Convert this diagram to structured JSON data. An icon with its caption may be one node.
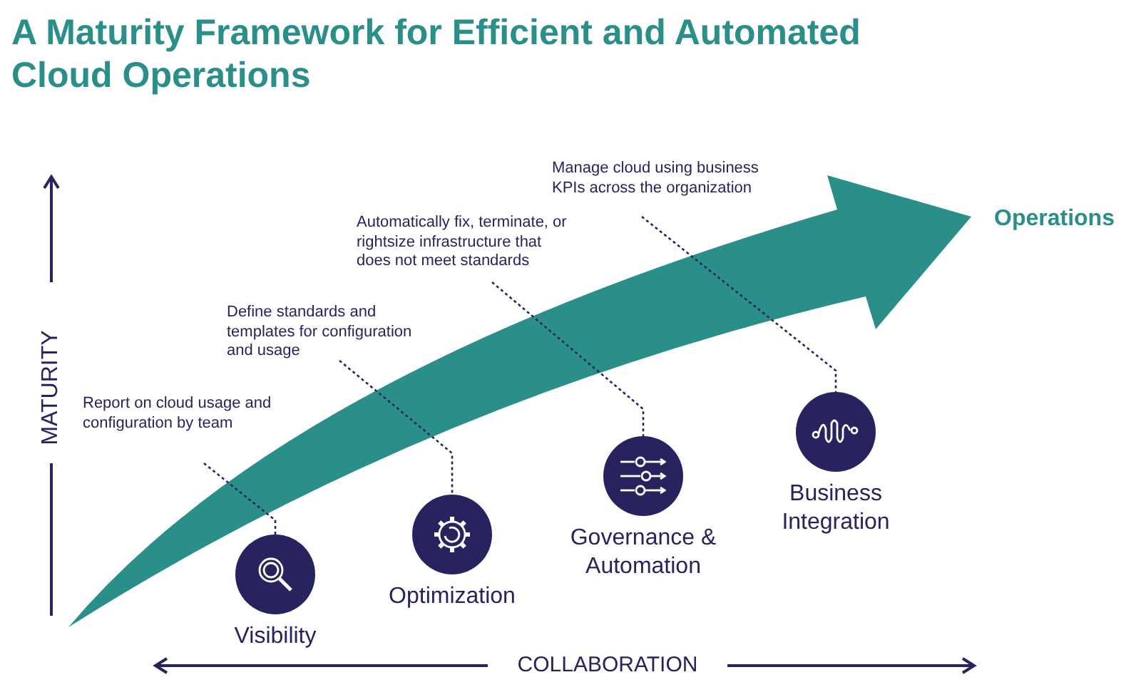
{
  "diagram": {
    "title": "A Maturity Framework for Efficient and Automated Cloud Operations",
    "nodes": [
      {
        "text": [
          "Report on cloud usage and configuration by team"
        ]
      },
      {
        "text": [
          "Define standards and templates for configuration and usage"
        ]
      },
      {
        "text": [
          "Automatically fix, terminate, or rightsize infrastructure that does not meet standards"
        ]
      },
      {
        "text": [
          "Manage cloud using business KPIs across the organization"
        ]
      },
      {
        "text": [
          "Visibility"
        ]
      },
      {
        "text": [
          "Optimization"
        ]
      },
      {
        "text": [
          "Governance & Automation"
        ]
      },
      {
        "text": [
          "Business Integration"
        ]
      }
    ],
    "edges": [
      {
        "from": 0,
        "to": 4,
        "arrow": "none",
        "style": "dashed"
      },
      {
        "from": 1,
        "to": 5,
        "arrow": "none",
        "style": "dashed"
      },
      {
        "from": 2,
        "to": 6,
        "arrow": "none",
        "style": "dashed"
      },
      {
        "from": 3,
        "to": 7,
        "arrow": "none",
        "style": "dashed"
      }
    ],
    "labels": [
      "Operations",
      "MATURITY",
      "COLLABORATION"
    ]
  }
}
